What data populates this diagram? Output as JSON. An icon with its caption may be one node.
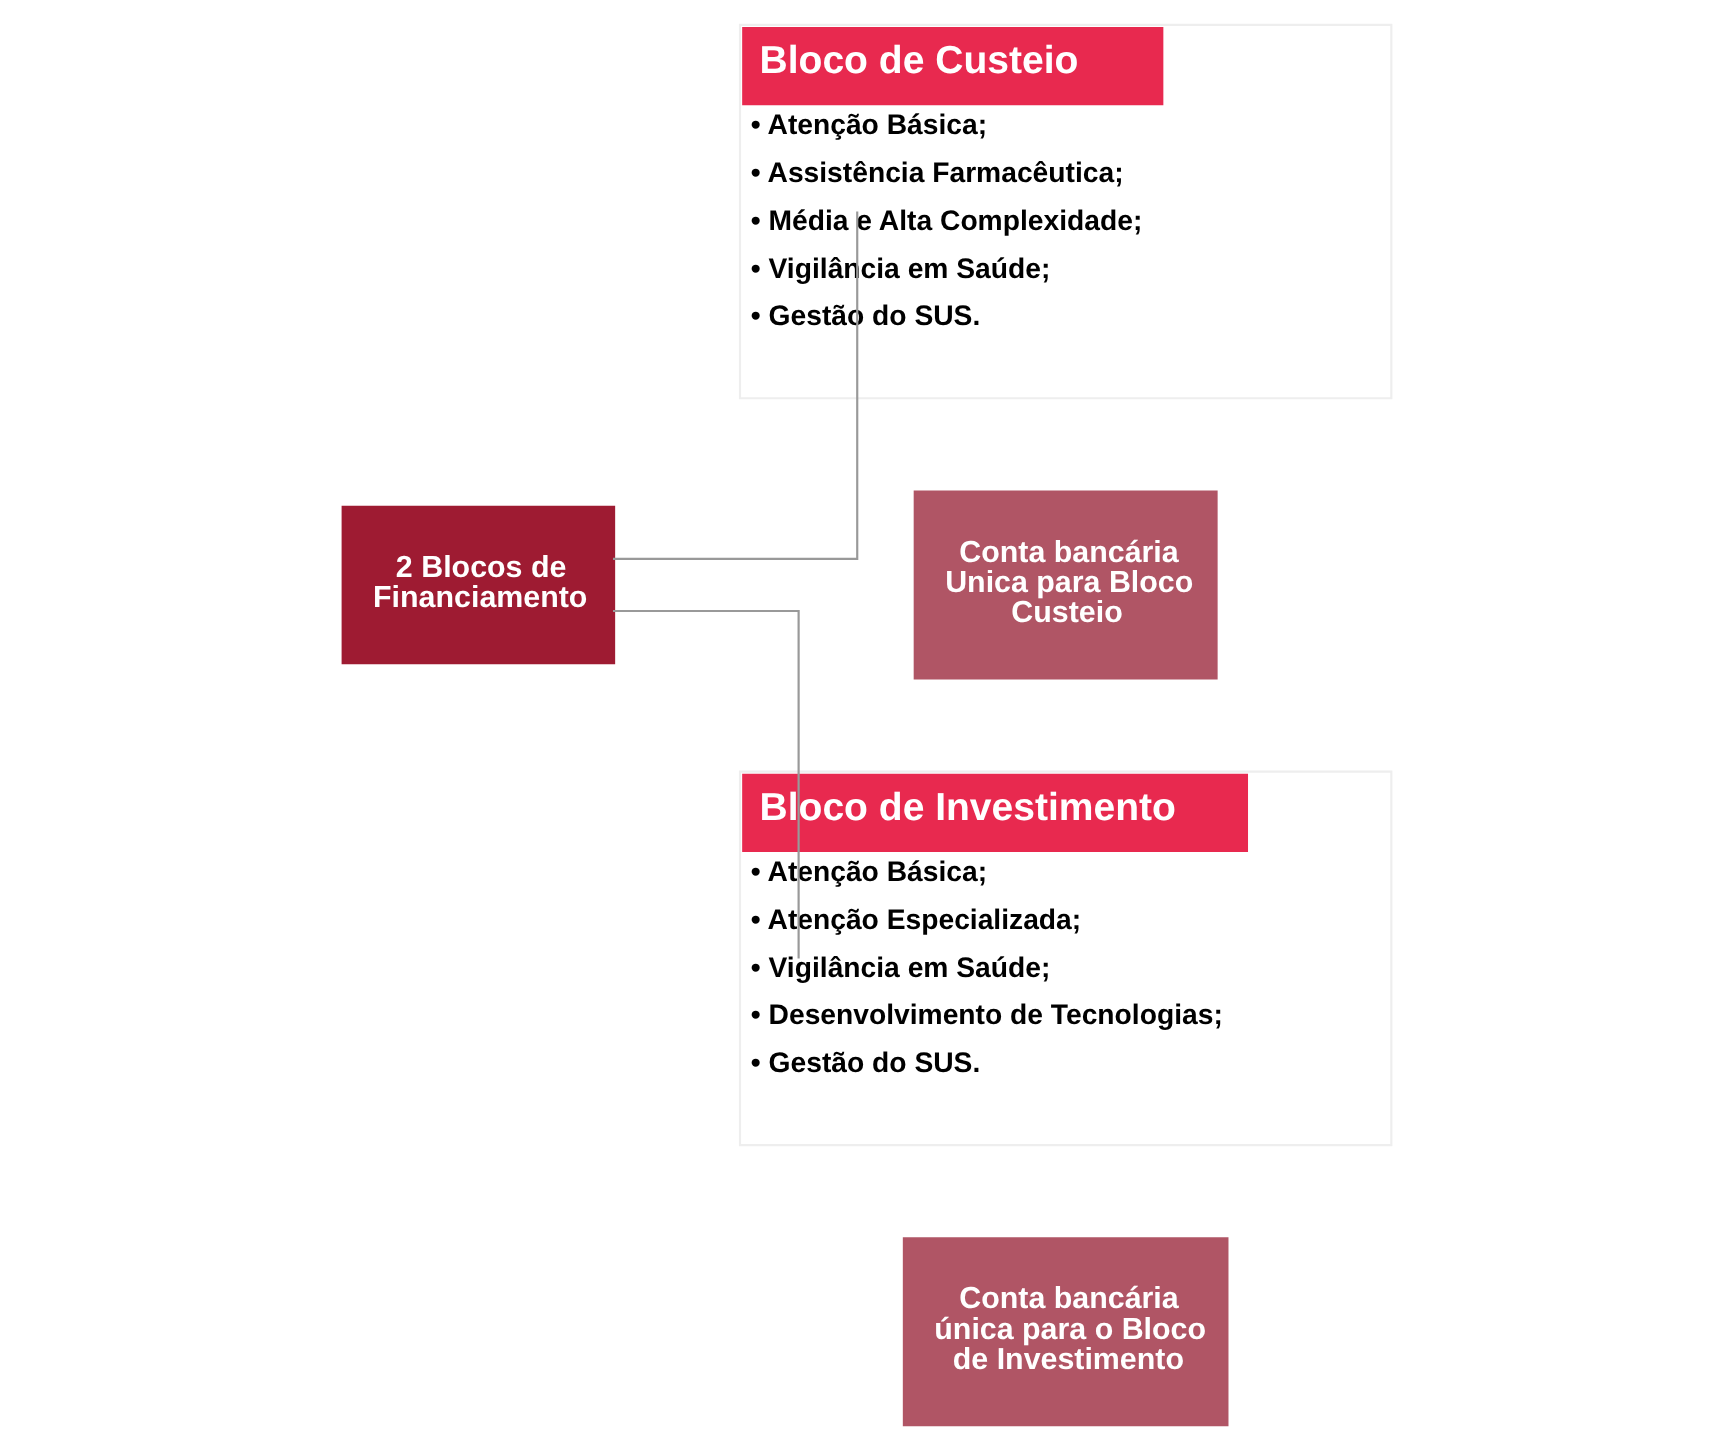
{
  "diagram": {
    "nodes": [
      {
        "text": [
          "2 Blocos de Financiamento"
        ]
      },
      {
        "text": [
          "Bloco de Custeio",
          "• Atenção Básica;",
          "• Assistência Farmacêutica;",
          "• Média e Alta Complexidade;",
          "• Vigilância em Saúde;",
          "• Gestão do SUS."
        ]
      },
      {
        "text": [
          "Bloco de Investimento",
          "• Atenção Básica;",
          "• Atenção Especializada;",
          "• Vigilância em Saúde;",
          "• Desenvolvimento de Tecnologias;",
          "• Gestão do SUS."
        ]
      },
      {
        "text": [
          "Conta bancária Unica para Bloco Custeio"
        ]
      },
      {
        "text": [
          "Conta bancária única para o Bloco de Investimento"
        ]
      }
    ],
    "edges": [
      {
        "from": 0,
        "to": 1,
        "arrow": "none"
      },
      {
        "from": 0,
        "to": 2,
        "arrow": "none"
      }
    ]
  }
}
